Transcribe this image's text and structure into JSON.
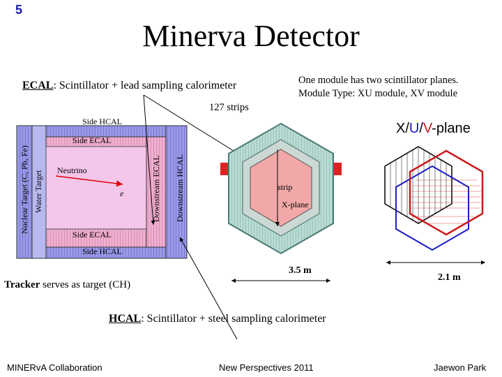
{
  "slide_number": "5",
  "title": "Minerva Detector",
  "ecal": {
    "term": "ECAL",
    "description": ": Scintillator + lead sampling calorimeter"
  },
  "module_note": {
    "line1": "One module has two scintillator planes.",
    "line2": "Module Type: XU module, XV module"
  },
  "strips_count": "127 strips",
  "plane_label": {
    "x": "X",
    "sep1": "/",
    "u": "U",
    "sep2": "/",
    "v": "V",
    "suffix": "-plane"
  },
  "schematic": {
    "side_hcal_top": "Side HCAL",
    "side_ecal_top": "Side ECAL",
    "side_ecal_bottom": "Side ECAL",
    "side_hcal_bottom": "Side HCAL",
    "nuclear_target": "Nuclear Target (C, Pb, Fe)",
    "water_target": "Water Target",
    "neutrino": "Neutrino",
    "electron_symbol": "e",
    "downstream_ecal": "Downstream ECAL",
    "downstream_hcal": "Downstream HCAL"
  },
  "hexagon": {
    "strip": "strip",
    "x_plane": "X-plane"
  },
  "dimensions": {
    "width_35": "3.5 m",
    "width_21": "2.1 m"
  },
  "tracker": {
    "term": "Tracker",
    "description": " serves as target (CH)"
  },
  "hcal": {
    "term": "HCAL",
    "description": ": Scintillator + steel sampling calorimeter"
  },
  "footer": {
    "left": "MINERvA Collaboration",
    "middle": "New Perspectives 2011",
    "right": "Jaewon Park"
  },
  "colors": {
    "slide_number": "#1a1aa8",
    "hcal_fill": "#9a9ae8",
    "ecal_fill": "#f0b0d0",
    "tracker_fill": "#f4c6ea",
    "hex_inner": "#f2a8a8",
    "u_plane": "#1a1acc",
    "v_plane": "#cc1a1a"
  }
}
